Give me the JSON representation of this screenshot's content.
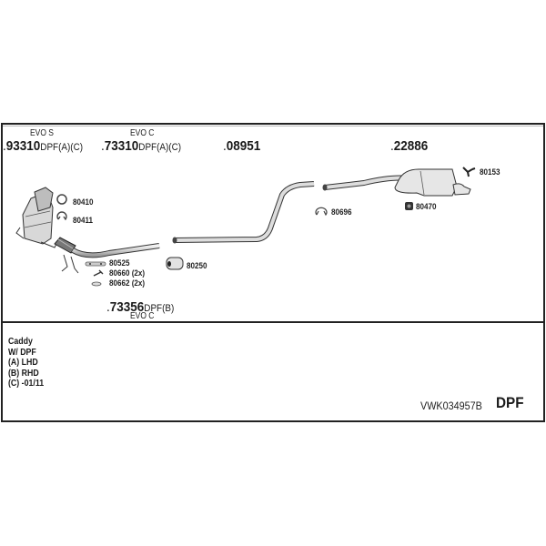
{
  "diagram": {
    "groups": [
      {
        "variant": "EVO S",
        "number": "93310",
        "suffix": "DPF(A)(C)"
      },
      {
        "variant": "EVO C",
        "number": "73310",
        "suffix": "DPF(A)(C)"
      },
      {
        "number": "08951"
      },
      {
        "number": "22886"
      },
      {
        "variant": "EVO C",
        "number": "73356",
        "suffix": "DPF(B)"
      }
    ],
    "parts": [
      {
        "number": "80410",
        "icon": "gasket-ring-icon"
      },
      {
        "number": "80411",
        "icon": "clamp-icon"
      },
      {
        "number": "80525",
        "icon": "gasket-icon"
      },
      {
        "number": "80660 (2x)",
        "icon": "bolt-icon"
      },
      {
        "number": "80662 (2x)",
        "icon": "washer-icon"
      },
      {
        "number": "80250",
        "icon": "sleeve-icon"
      },
      {
        "number": "80696",
        "icon": "clamp-icon"
      },
      {
        "number": "80470",
        "icon": "rubber-mount-icon"
      },
      {
        "number": "80153",
        "icon": "bracket-icon"
      }
    ]
  },
  "notes": {
    "lines": [
      "Caddy",
      "W/ DPF",
      "(A) LHD",
      "(B) RHD",
      "(C) -01/11"
    ]
  },
  "footer": {
    "kit_code": "VWK034957B",
    "type": "DPF"
  }
}
